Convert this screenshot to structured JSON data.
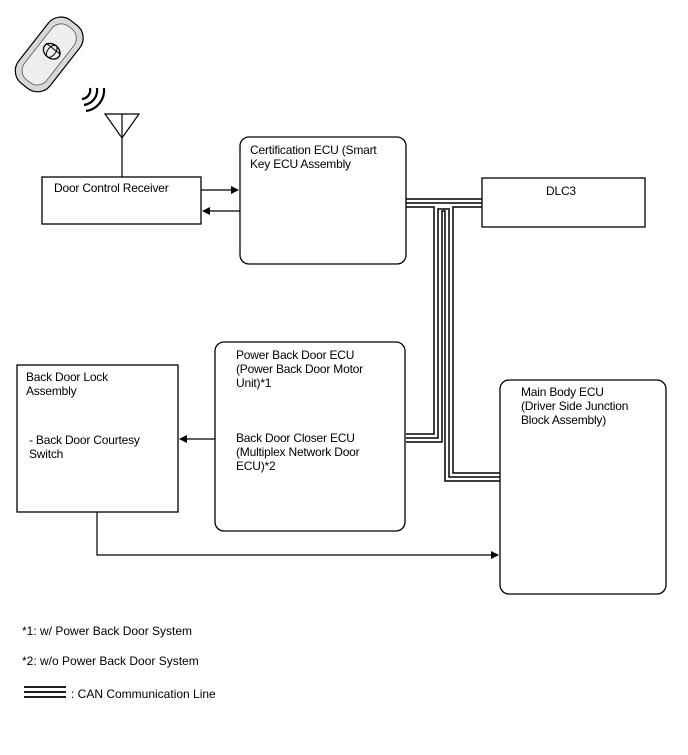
{
  "components": {
    "door_control_receiver": "Door Control Receiver",
    "certification_ecu": "Certification ECU (Smart\nKey ECU Assembly",
    "dlc3": "DLC3",
    "power_back_door_ecu": "Power Back Door ECU\n(Power Back Door Motor\nUnit)*1",
    "back_door_closer_ecu": "Back Door Closer ECU\n(Multiplex Network Door\nECU)*2",
    "back_door_lock_assembly": "Back Door Lock\nAssembly",
    "back_door_courtesy_switch": "- Back Door Courtesy\nSwitch",
    "main_body_ecu": "Main Body ECU\n(Driver Side Junction\nBlock Assembly)"
  },
  "notes": {
    "note1": "*1: w/ Power Back Door System",
    "note2": "*2: w/o Power Back Door System",
    "legend_can": ": CAN Communication Line"
  },
  "colors": {
    "line": "#000000",
    "background": "#ffffff"
  }
}
